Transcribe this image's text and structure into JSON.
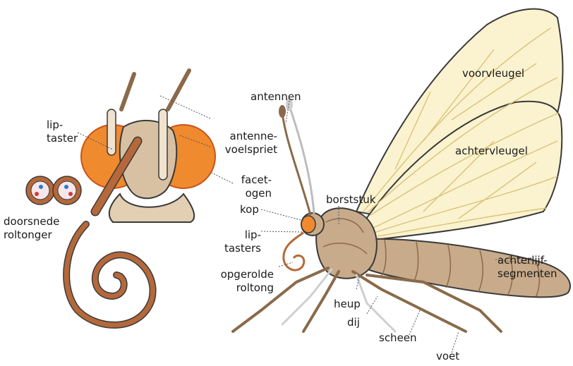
{
  "labels": {
    "lip_taster": [
      "lip-",
      "taster"
    ],
    "doorsnede": [
      "doorsnede",
      "roltonger"
    ],
    "antennen": "antennen",
    "antenne": [
      "antenne-",
      "voelspriet"
    ],
    "facet": [
      "facet-",
      "ogen"
    ],
    "kop": "kop",
    "lip_tasters": [
      "lip-",
      "tasters"
    ],
    "opgerolde": [
      "opgerolde",
      "roltong"
    ],
    "borststuk": "borststuk",
    "voorvleugel": "voorvleugel",
    "achtervleugel": "achtervleugel",
    "achterlijf": [
      "achterlijf-",
      "segmenten"
    ],
    "heup": "heup",
    "dij": "dij",
    "scheen": "scheen",
    "voet": "voet"
  },
  "colors": {
    "eye": "#f08a2e",
    "eye_dark": "#c9531a",
    "proboscis": "#b5683a",
    "body": "#c8ab8a",
    "body_dark": "#8a6a4a",
    "wing": "#fbf3cf",
    "wing_vein": "#d9c27a",
    "leg": "#8a6a4a",
    "leader": "#555555"
  }
}
